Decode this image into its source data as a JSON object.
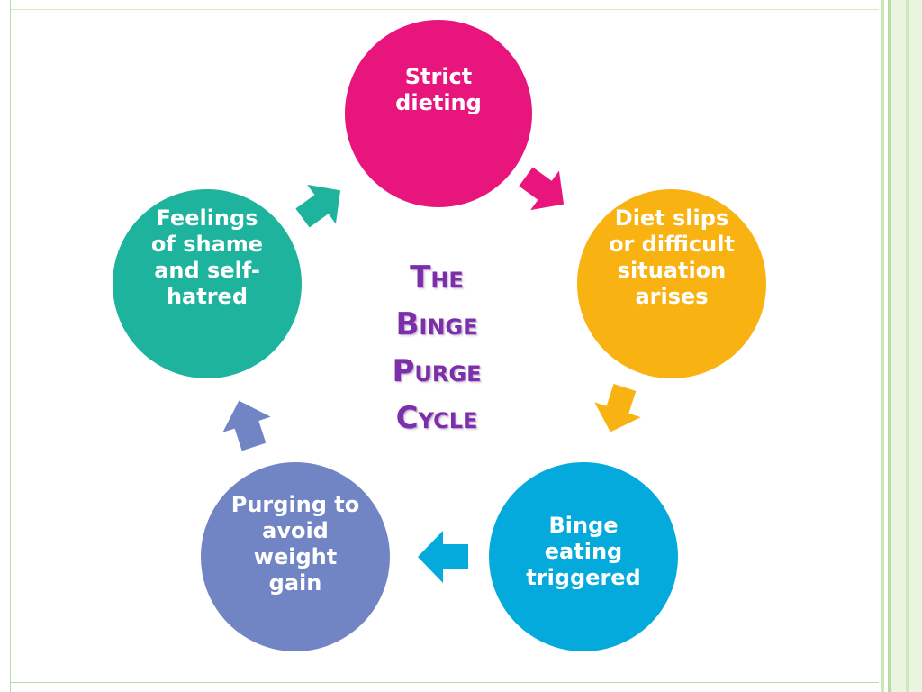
{
  "title_lines": [
    "The",
    "Binge",
    "Purge",
    "Cycle"
  ],
  "colors": {
    "title": "#7b2fa8",
    "strict_dieting": "#e8157d",
    "diet_slips": "#f8b312",
    "binge_eating": "#04aadb",
    "purging": "#7185c4",
    "shame": "#1db39c"
  },
  "nodes": {
    "strict_dieting": "Strict\ndieting",
    "diet_slips": "Diet slips\nor difficult\nsituation\narises",
    "binge_eating": "Binge\neating\ntriggered",
    "purging": "Purging to\navoid\nweight\ngain",
    "shame": "Feelings\nof shame\nand self-\nhatred"
  }
}
